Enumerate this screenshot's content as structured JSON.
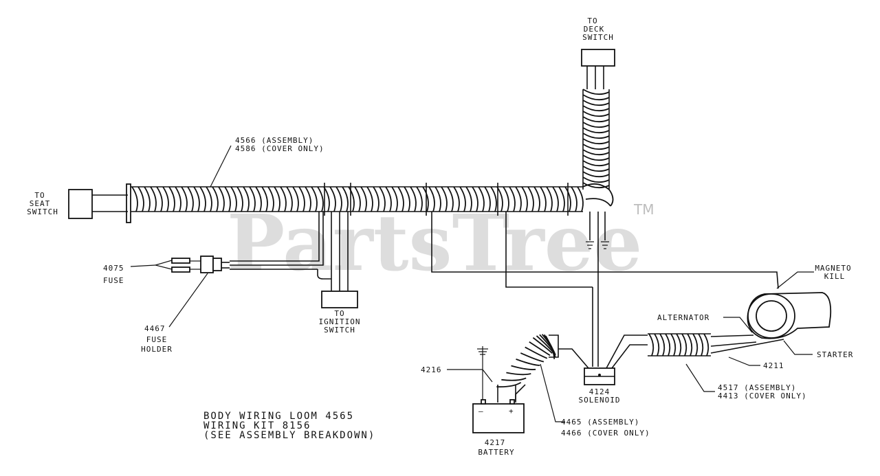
{
  "watermark": {
    "text": "PartsTree",
    "trademark": "TM"
  },
  "labels": {
    "deck_switch": [
      "TO",
      "DECK",
      "SWITCH"
    ],
    "seat_switch": [
      "TO",
      "SEAT",
      "SWITCH"
    ],
    "ignition_switch": [
      "TO",
      "IGNITION",
      "SWITCH"
    ],
    "loom_assembly": "4566 (ASSEMBLY)",
    "loom_cover": "4586 (COVER ONLY)",
    "fuse_num": "4075",
    "fuse_name": "FUSE",
    "fuse_holder_num": "4467",
    "fuse_holder_name": [
      "FUSE",
      "HOLDER"
    ],
    "magneto": [
      "MAGNETO",
      "KILL"
    ],
    "alternator": "ALTERNATOR",
    "starter": "STARTER",
    "starter_wire": "4211",
    "harness_assembly": "4517 (ASSEMBLY)",
    "harness_cover": "4413 (COVER ONLY)",
    "solenoid_num": "4124",
    "solenoid_name": "SOLENOID",
    "battery_cable": "4216",
    "battery_num": "4217",
    "battery_name": "BATTERY",
    "cable_assembly": "4465 (ASSEMBLY)",
    "cable_cover": "4466 (COVER ONLY)",
    "body_wiring_loom": "BODY WIRING LOOM 4565",
    "wiring_kit": "WIRING KIT 8156",
    "see_breakdown": "(SEE ASSEMBLY BREAKDOWN)"
  }
}
